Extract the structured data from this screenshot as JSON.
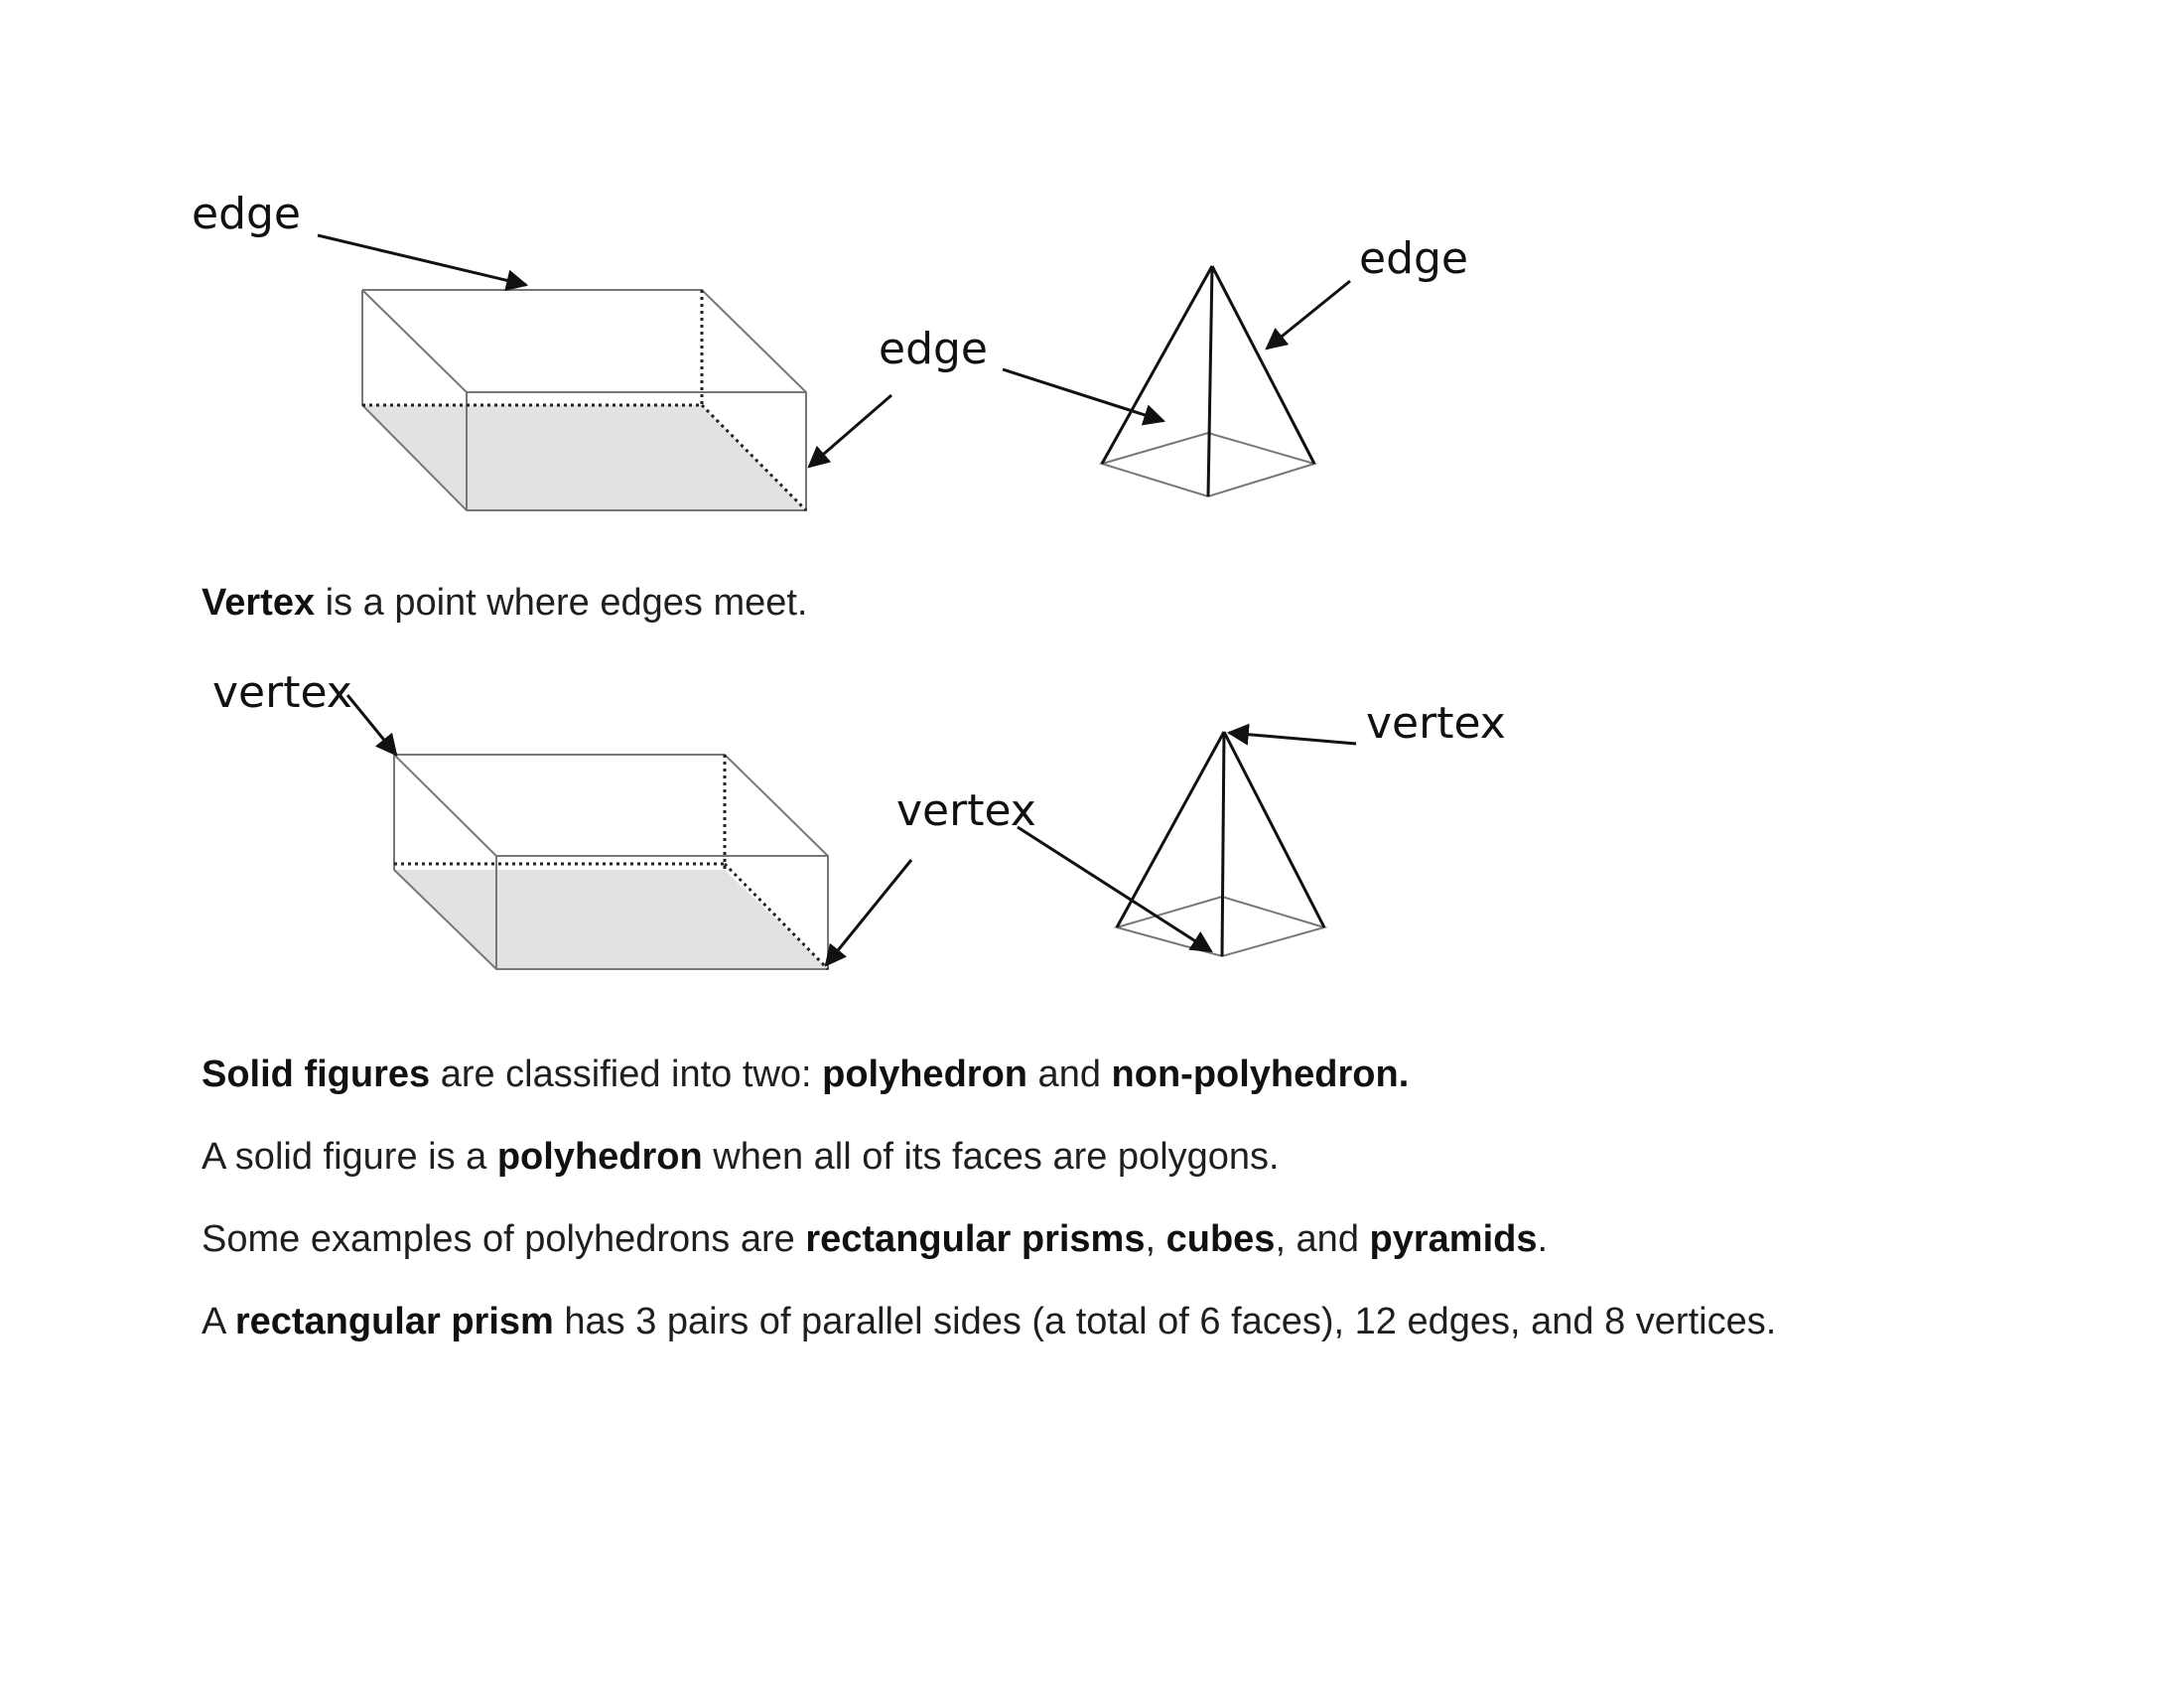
{
  "diagram_edges": {
    "labels": [
      "edge",
      "edge",
      "edge"
    ]
  },
  "vertex_definition": {
    "term": "Vertex",
    "text": " is a point where edges meet."
  },
  "diagram_vertices": {
    "labels": [
      "vertex",
      "vertex",
      "vertex"
    ]
  },
  "paragraphs": {
    "solid": {
      "t1": "Solid figures",
      "t2": " are classified into two: ",
      "t3": "polyhedron",
      "t4": " and ",
      "t5": "non-polyhedron."
    },
    "poly": {
      "t1": "A solid figure is a ",
      "t2": "polyhedron",
      "t3": " when all of its faces are polygons."
    },
    "examples": {
      "t1": "Some examples of polyhedrons are ",
      "t2": "rectangular prisms",
      "t3": ", ",
      "t4": "cubes",
      "t5": ", and ",
      "t6": "pyramids",
      "t7": "."
    },
    "prism": {
      "t1": "A ",
      "t2": "rectangular prism",
      "t3": " has 3 pairs of parallel sides (a total of 6 faces), 12 edges, and 8 vertices."
    }
  }
}
